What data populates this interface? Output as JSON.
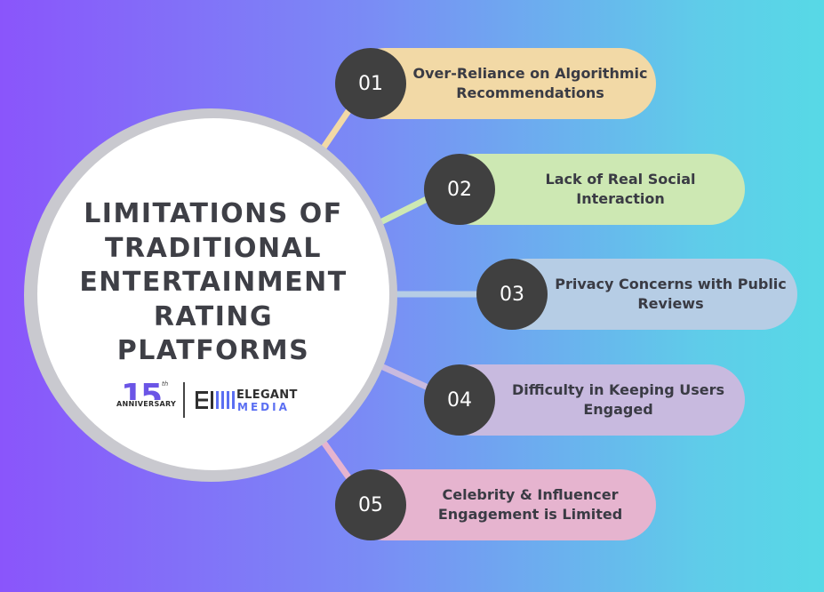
{
  "title": "LIMITATIONS OF\nTRADITIONAL\nENTERTAINMENT\nRATING\nPLATFORMS",
  "logo": {
    "anniversary_number": "15",
    "anniversary_suffix": "th",
    "anniversary_word": "ANNIVERSARY",
    "brand_top": "ELEGANT",
    "brand_bottom": "MEDIA"
  },
  "items": [
    {
      "number": "01",
      "label": "Over-Reliance on Algorithmic\nRecommendations",
      "color": "#f2d9a6"
    },
    {
      "number": "02",
      "label": "Lack of Real Social\nInteraction",
      "color": "#cde8b3"
    },
    {
      "number": "03",
      "label": "Privacy Concerns with Public\nReviews",
      "color": "#b6cde5"
    },
    {
      "number": "04",
      "label": "Difficulty in Keeping Users\nEngaged",
      "color": "#c8badf"
    },
    {
      "number": "05",
      "label": "Celebrity & Influencer\nEngagement is Limited",
      "color": "#e6b4cf"
    }
  ],
  "colors": {
    "number_circle": "#404040",
    "hub": "#ffffff",
    "hub_ring": "#c9c9cf",
    "title_text": "#3e3f46",
    "background_start": "#8a55fb",
    "background_end": "#57d9e6"
  }
}
